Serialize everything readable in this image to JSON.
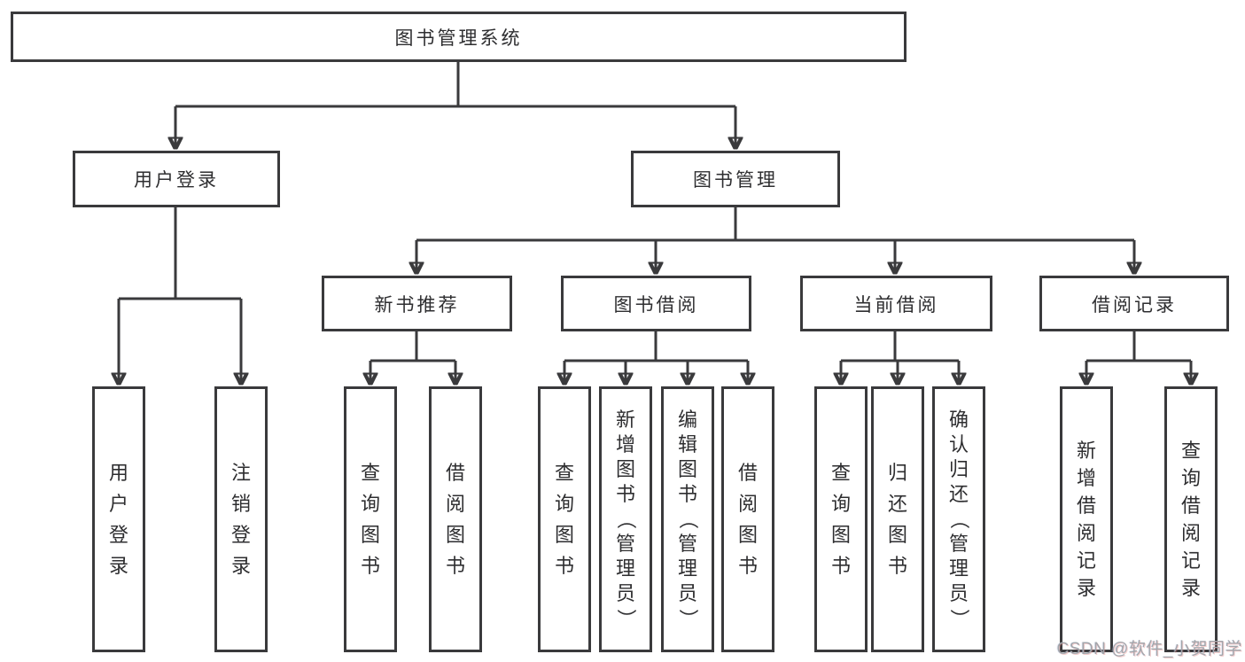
{
  "tree": {
    "root": "图书管理系统",
    "children": [
      {
        "label": "用户登录",
        "children": [
          {
            "label": "用户登录"
          },
          {
            "label": "注销登录"
          }
        ]
      },
      {
        "label": "图书管理",
        "children": [
          {
            "label": "新书推荐",
            "children": [
              {
                "label": "查询图书"
              },
              {
                "label": "借阅图书"
              }
            ]
          },
          {
            "label": "图书借阅",
            "children": [
              {
                "label": "查询图书"
              },
              {
                "label": "新增图书（管理员）"
              },
              {
                "label": "编辑图书（管理员）"
              },
              {
                "label": "借阅图书"
              }
            ]
          },
          {
            "label": "当前借阅",
            "children": [
              {
                "label": "查询图书"
              },
              {
                "label": "归还图书"
              },
              {
                "label": "确认归还（管理员）"
              }
            ]
          },
          {
            "label": "借阅记录",
            "children": [
              {
                "label": "新增借阅记录"
              },
              {
                "label": "查询借阅记录"
              }
            ]
          }
        ]
      }
    ]
  },
  "watermark": {
    "text": "CSDN @软件_小贺同学"
  },
  "colors": {
    "line": "#3a3a3c",
    "text": "#2e2e30",
    "background": "#ffffff",
    "watermark": "#a2a6ab"
  }
}
